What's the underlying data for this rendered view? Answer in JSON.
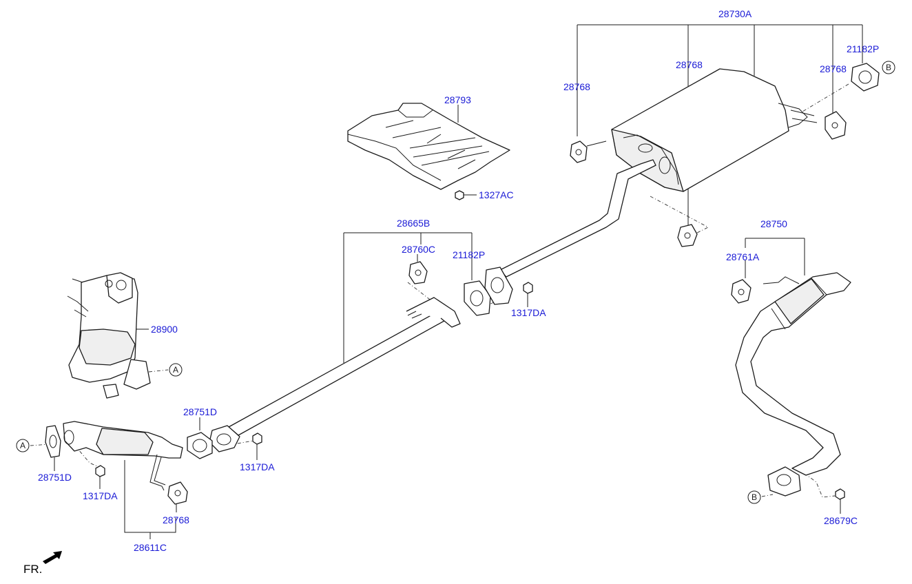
{
  "labels": {
    "l28730A": "28730A",
    "l21182P_top": "21182P",
    "l28768_a": "28768",
    "l28768_b": "28768",
    "l28768_c": "28768",
    "l28768_d": "28768",
    "l28793": "28793",
    "l1327AC": "1327AC",
    "l28665B": "28665B",
    "l28760C": "28760C",
    "l21182P_mid": "21182P",
    "l1317DA_a": "1317DA",
    "l1317DA_b": "1317DA",
    "l1317DA_c": "1317DA",
    "l28750": "28750",
    "l28761A": "28761A",
    "l28900": "28900",
    "l28751D_a": "28751D",
    "l28751D_b": "28751D",
    "l28611C": "28611C",
    "l28679C": "28679C"
  },
  "refs": {
    "A1": "A",
    "A2": "A",
    "B1": "B",
    "B2": "B"
  },
  "front_label": "FR."
}
